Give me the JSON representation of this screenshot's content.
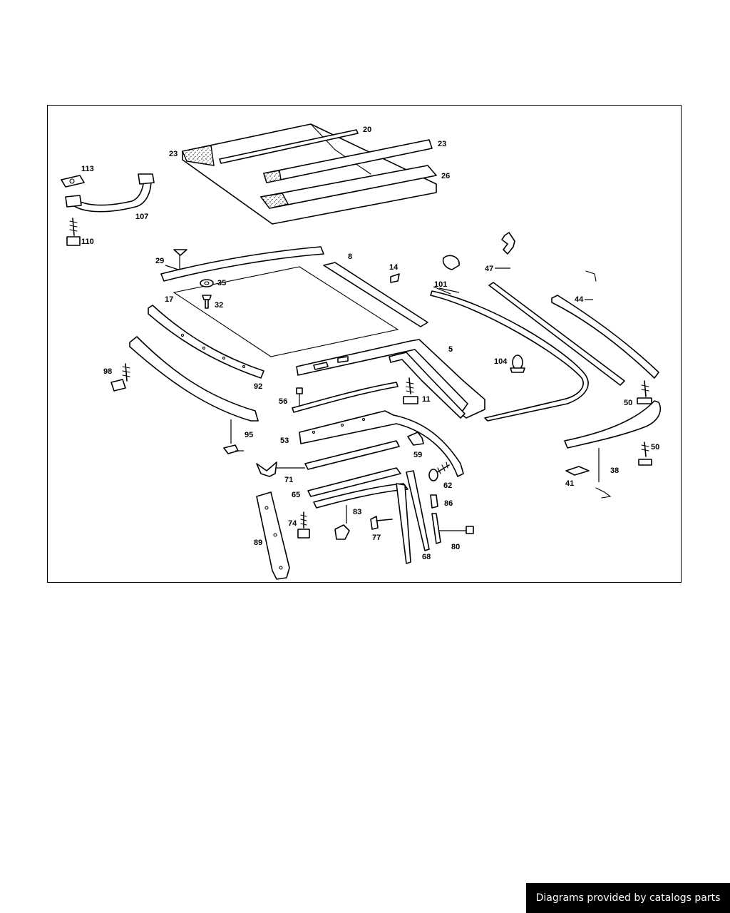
{
  "diagram": {
    "callouts": [
      "20",
      "23",
      "23",
      "26",
      "113",
      "107",
      "110",
      "29",
      "8",
      "14",
      "101",
      "47",
      "44",
      "17",
      "35",
      "32",
      "5",
      "104",
      "98",
      "92",
      "56",
      "11",
      "50",
      "53",
      "59",
      "50",
      "95",
      "71",
      "62",
      "38",
      "41",
      "65",
      "86",
      "83",
      "74",
      "77",
      "89",
      "80",
      "68"
    ],
    "colors": {
      "line": "#000000",
      "background": "#ffffff"
    }
  },
  "footer": {
    "text": "Diagrams provided by catalogs parts"
  }
}
